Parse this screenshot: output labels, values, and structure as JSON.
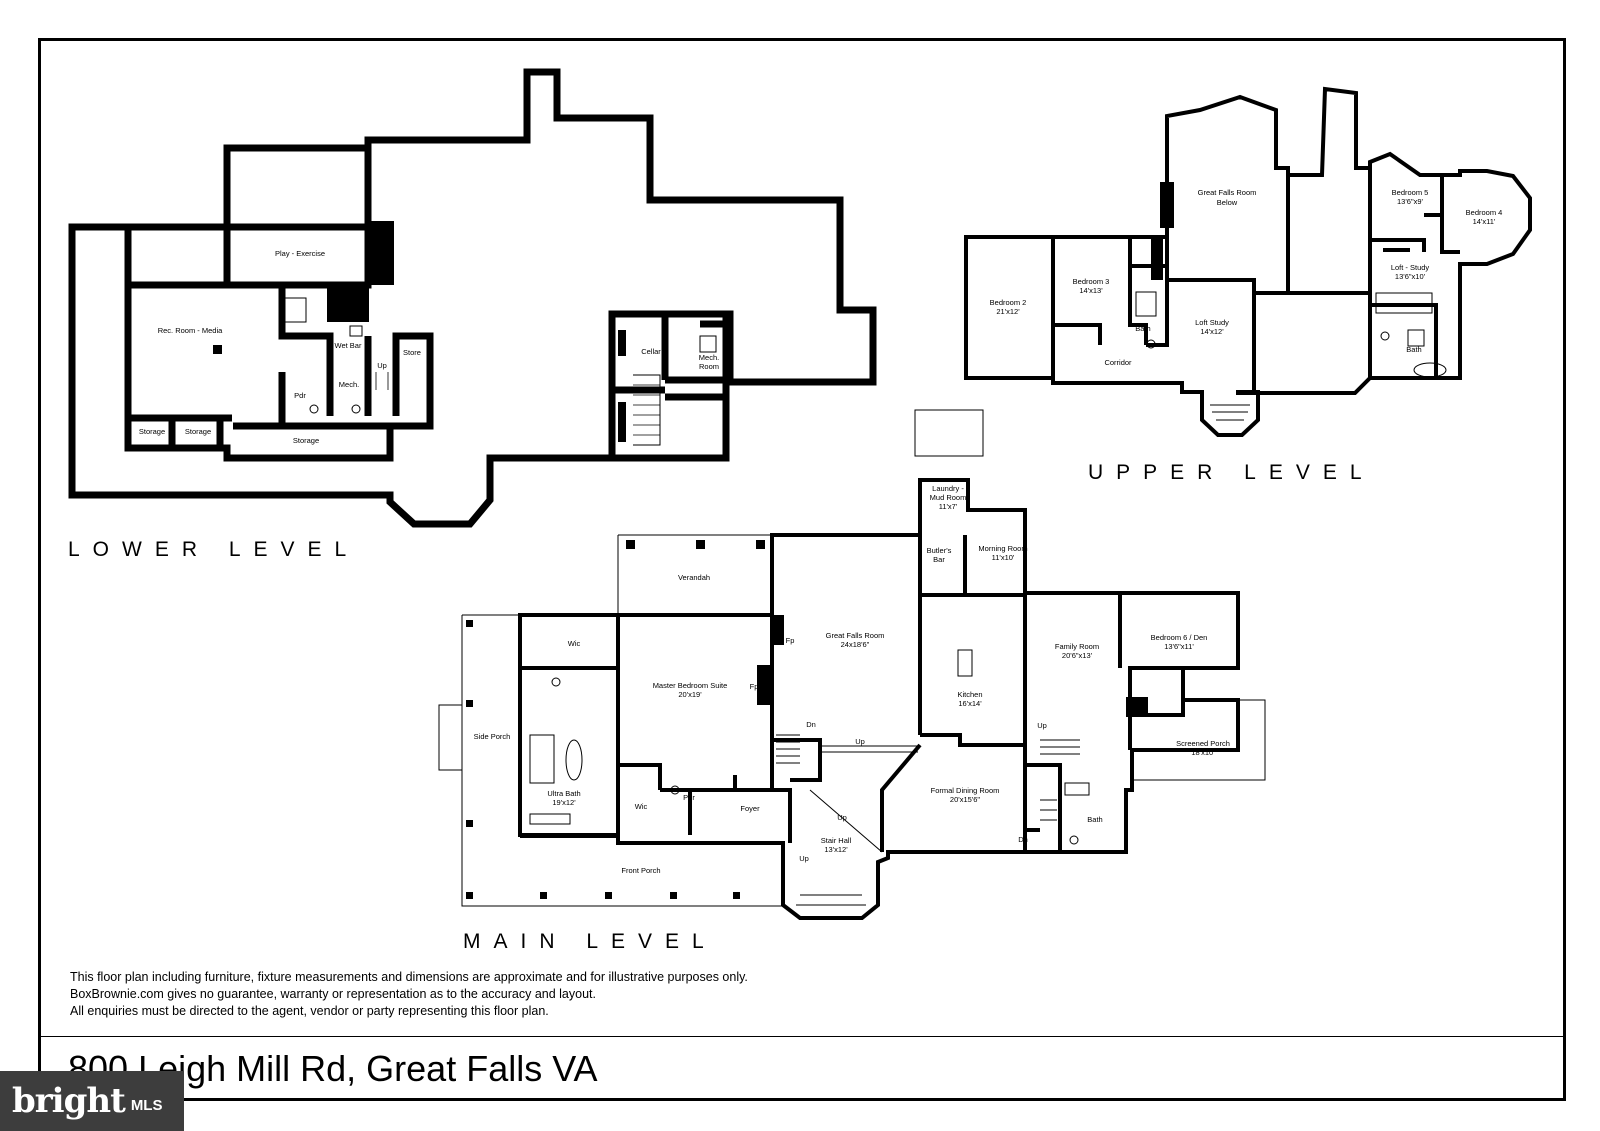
{
  "levels": {
    "lower": "LOWER LEVEL",
    "upper": "UPPER LEVEL",
    "main": "MAIN LEVEL"
  },
  "rooms": {
    "lower": {
      "play_exercise": "Play - Exercise",
      "rec_room": "Rec. Room - Media",
      "wet_bar": "Wet Bar",
      "store": "Store",
      "up": "Up",
      "pdr": "Pdr",
      "mech": "Mech.",
      "storage_1": "Storage",
      "storage_2": "Storage",
      "storage_3": "Storage",
      "cellar": "Cellar",
      "mech_room_1": "Mech.",
      "mech_room_2": "Room"
    },
    "upper": {
      "gfr_below_1": "Great Falls Room",
      "gfr_below_2": "Below",
      "bedroom5": "Bedroom 5",
      "bedroom5_dim": "13'6\"x9'",
      "bedroom4": "Bedroom 4",
      "bedroom4_dim": "14'x11'",
      "loft_study2": "Loft - Study",
      "loft_study2_dim": "13'6\"x10'",
      "bath_a": "Bath",
      "bedroom2": "Bedroom 2",
      "bedroom2_dim": "21'x12'",
      "bedroom3": "Bedroom 3",
      "bedroom3_dim": "14'x13'",
      "bath_b": "Bath",
      "loft_study": "Loft Study",
      "loft_study_dim": "14'x12'",
      "corridor": "Corridor"
    },
    "main": {
      "laundry_1": "Laundry -",
      "laundry_2": "Mud Room",
      "laundry_dim": "11'x7'",
      "butlers_1": "Butler's",
      "butlers_2": "Bar",
      "morning": "Morning Room",
      "morning_dim": "11'x10'",
      "verandah": "Verandah",
      "great_falls": "Great Falls Room",
      "great_falls_dim": "24x18'6\"",
      "fp1": "Fp",
      "fp2": "Fp",
      "kitchen": "Kitchen",
      "kitchen_dim": "16'x14'",
      "family": "Family Room",
      "family_dim": "20'6\"x13'",
      "bedroom6": "Bedroom 6 / Den",
      "bedroom6_dim": "13'6\"x11'",
      "wic1": "Wic",
      "master": "Master Bedroom Suite",
      "master_dim": "20'x19'",
      "side_porch": "Side Porch",
      "ultra_bath": "Ultra Bath",
      "ultra_bath_dim": "19'x12'",
      "wic2": "Wic",
      "pdr": "Pdr",
      "foyer": "Foyer",
      "dn1": "Dn",
      "up1": "Up",
      "up2": "Up",
      "up3": "Up",
      "up4": "Up",
      "dn2": "Dn",
      "formal_dining": "Formal Dining Room",
      "formal_dining_dim": "20'x15'6\"",
      "screened_porch": "Screened Porch",
      "screened_porch_dim": "18'x10'",
      "bath": "Bath",
      "stair_hall": "Stair Hall",
      "stair_hall_dim": "13'x12'",
      "front_porch": "Front Porch"
    }
  },
  "disclaimer": [
    "This floor plan including furniture, fixture measurements and dimensions are approximate and for illustrative purposes only.",
    "BoxBrownie.com gives no guarantee, warranty or representation as to the accuracy and layout.",
    "All enquiries must be directed to the agent, vendor or party representing this floor plan."
  ],
  "address": "800 Leigh Mill Rd, Great Falls VA",
  "brand": {
    "word": "bright",
    "suffix": "MLS"
  }
}
